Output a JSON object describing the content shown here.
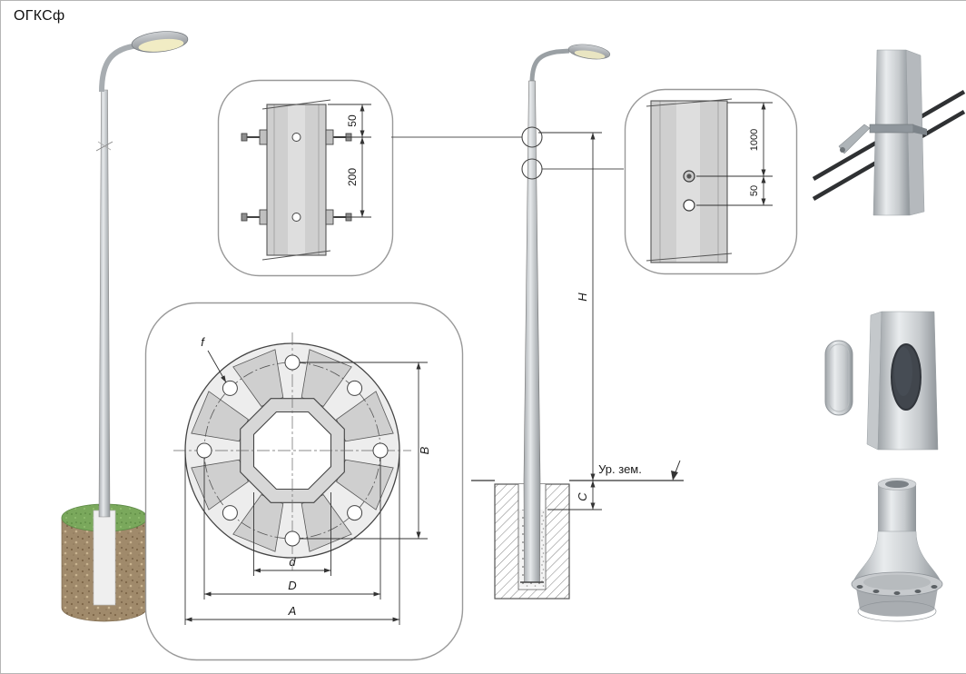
{
  "title": "ОГКСф",
  "detail_base_side": {
    "dim_top_offset": "50",
    "dim_bolt_spacing": "200"
  },
  "flange_plan": {
    "dim_hole": "f",
    "dim_bolt_span_vertical": "B",
    "dim_inner": "d",
    "dim_bolt_circle": "D",
    "dim_outer": "A"
  },
  "elevation": {
    "dim_height": "H",
    "dim_embedment": "C",
    "ground_level_label": "Ур. зем."
  },
  "detail_upper_section": {
    "dim_hole_spacing": "1000",
    "dim_hole_offset": "50"
  }
}
